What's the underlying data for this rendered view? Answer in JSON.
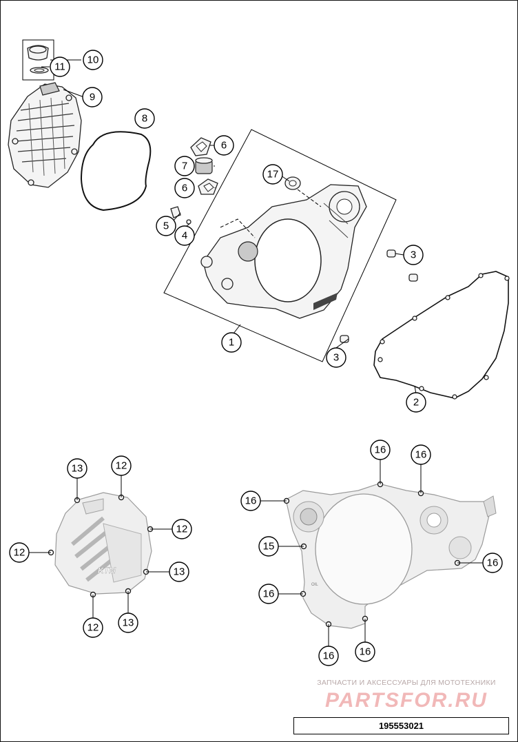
{
  "callouts": {
    "c1": "1",
    "c2": "2",
    "c3a": "3",
    "c3b": "3",
    "c4": "4",
    "c5": "5",
    "c6a": "6",
    "c6b": "6",
    "c7": "7",
    "c8": "8",
    "c9": "9",
    "c10": "10",
    "c11": "11",
    "c12a": "12",
    "c12b": "12",
    "c12c": "12",
    "c12d": "12",
    "c13a": "13",
    "c13b": "13",
    "c13c": "13",
    "c15": "15",
    "c16a": "16",
    "c16b": "16",
    "c16c": "16",
    "c16d": "16",
    "c16e": "16",
    "c16f": "16",
    "c16g": "16",
    "c17": "17"
  },
  "watermark": {
    "tagline": "ЗАПЧАСТИ И АКСЕССУАРЫ ДЛЯ МОТОТЕХНИКИ",
    "logo": "PARTSFOR.RU"
  },
  "drawing_number": "195553021",
  "cover_logo": "KTM",
  "oil_mark": "OIL"
}
